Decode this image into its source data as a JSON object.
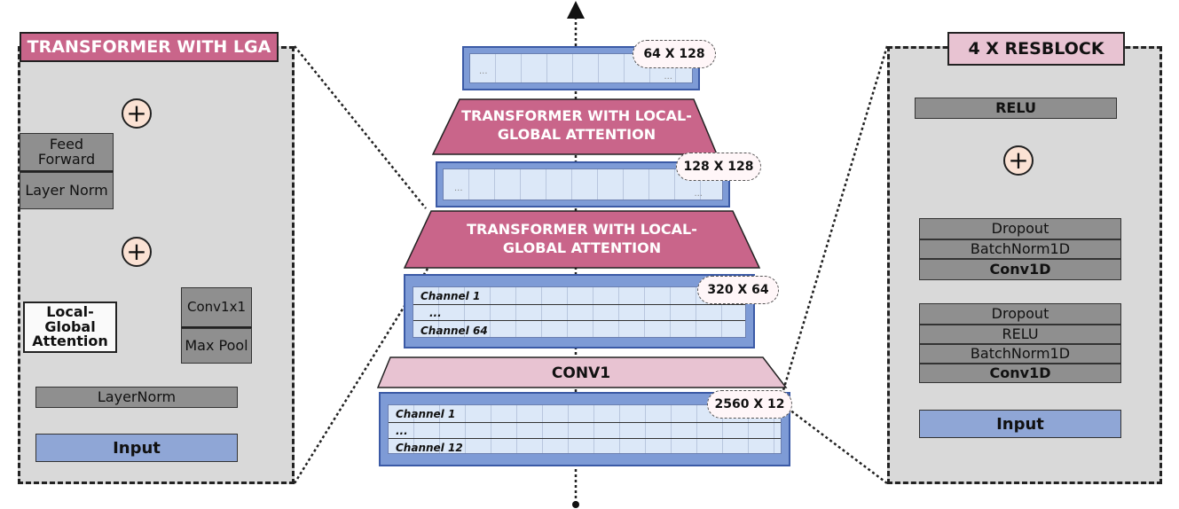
{
  "colors": {
    "pink": "#c9658a",
    "light_pink": "#e8c3d2",
    "panel_gray": "#d9d9d9",
    "block_gray": "#8f8f8f",
    "input_blue": "#8fa6d6",
    "tensor_blue": "#7e9bd6"
  },
  "left_panel": {
    "title": "TRANSFORMER WITH LGA",
    "feed_forward": "Feed Forward",
    "layer_norm": "Layer Norm",
    "local_global_attention": "Local-Global Attention",
    "conv1x1": "Conv1x1",
    "max_pool": "Max Pool",
    "layernorm": "LayerNorm",
    "input": "Input"
  },
  "center": {
    "transformer_top": "TRANSFORMER WITH LOCAL-GLOBAL ATTENTION",
    "transformer_mid": "TRANSFORMER WITH LOCAL-GLOBAL ATTENTION",
    "conv1": "CONV1",
    "dim_1": "64 X 128",
    "dim_2": "128 X 128",
    "dim_3": "320 X 64",
    "dim_4": "2560 X 12",
    "t3_row1": "Channel 1",
    "t3_row2": "...",
    "t3_row3": "Channel 64",
    "t4_row1": "Channel 1",
    "t4_row2": "...",
    "t4_row3": "Channel 12",
    "ellipsis": "..."
  },
  "right_panel": {
    "title": "4 X RESBLOCK",
    "relu_top": "RELU",
    "dropout_1": "Dropout",
    "batchnorm_1": "BatchNorm1D",
    "conv1d_1": "Conv1D",
    "dropout_2": "Dropout",
    "relu_2": "RELU",
    "batchnorm_2": "BatchNorm1D",
    "conv1d_2": "Conv1D",
    "input": "Input"
  }
}
